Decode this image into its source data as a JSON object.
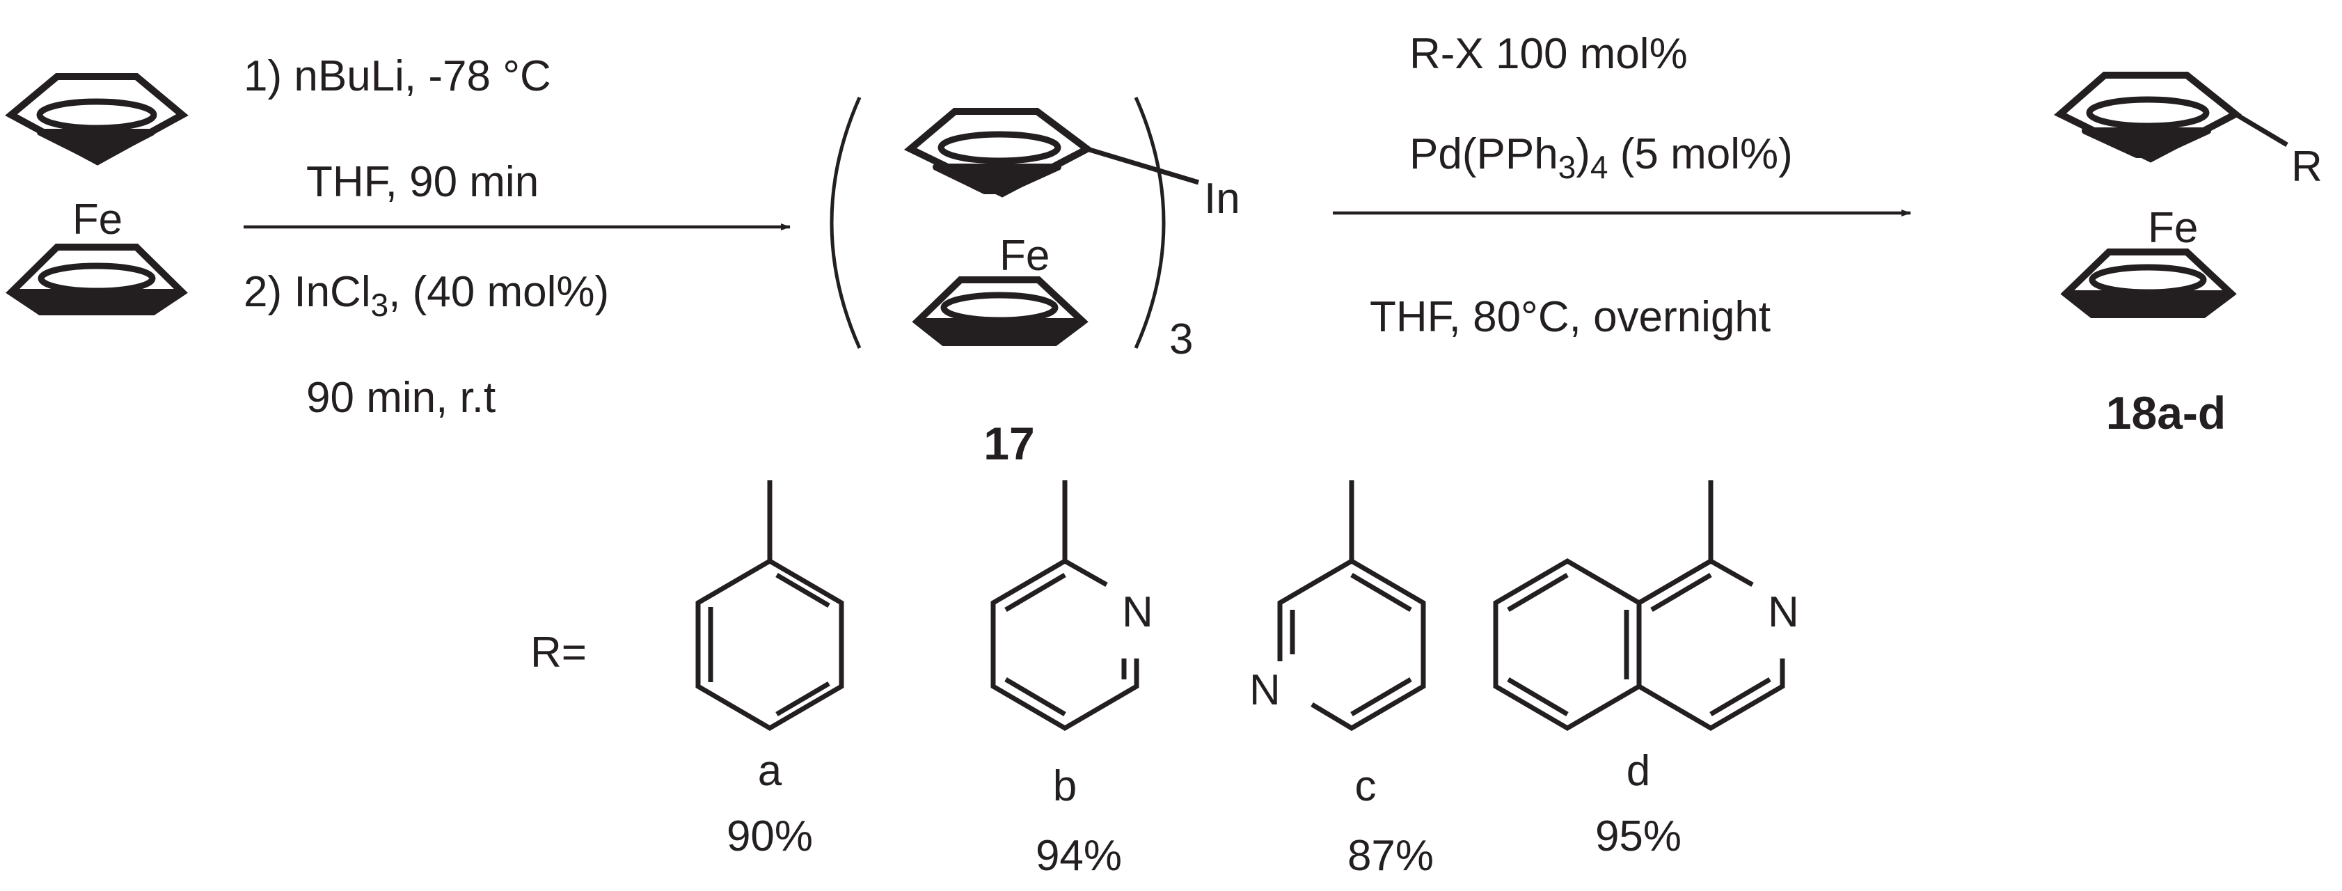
{
  "step1": {
    "line1": "1) nBuLi, -78 °C",
    "line2": "THF,  90 min",
    "line3_main": "2) InCl",
    "line3_sub": "3",
    "line3_tail": ", (40 mol%)",
    "line4": "90 min, r.t"
  },
  "step2": {
    "line1": "R-X 100 mol%",
    "line2_main": "Pd(PPh",
    "line2_sub1": "3",
    "line2_mid": ")",
    "line2_sub2": "4",
    "line2_tail": " (5 mol%)",
    "line3": "THF,  80°C, overnight"
  },
  "ferrocene": {
    "metal": "Fe"
  },
  "intermediate": {
    "metal": "Fe",
    "ligand": "In",
    "count": "3",
    "label": "17"
  },
  "product": {
    "metal": "Fe",
    "substituent": "R",
    "label": "18a-d"
  },
  "r_prefix": "R=",
  "substituents": [
    {
      "letter": "a",
      "yield": "90%",
      "structure": "phenyl"
    },
    {
      "letter": "b",
      "yield": "94%",
      "structure": "2-pyridyl",
      "heteroatom": "N"
    },
    {
      "letter": "c",
      "yield": "87%",
      "structure": "3-pyridyl",
      "heteroatom": "N"
    },
    {
      "letter": "d",
      "yield": "95%",
      "structure": "1-isoquinolyl",
      "heteroatom": "N"
    }
  ]
}
